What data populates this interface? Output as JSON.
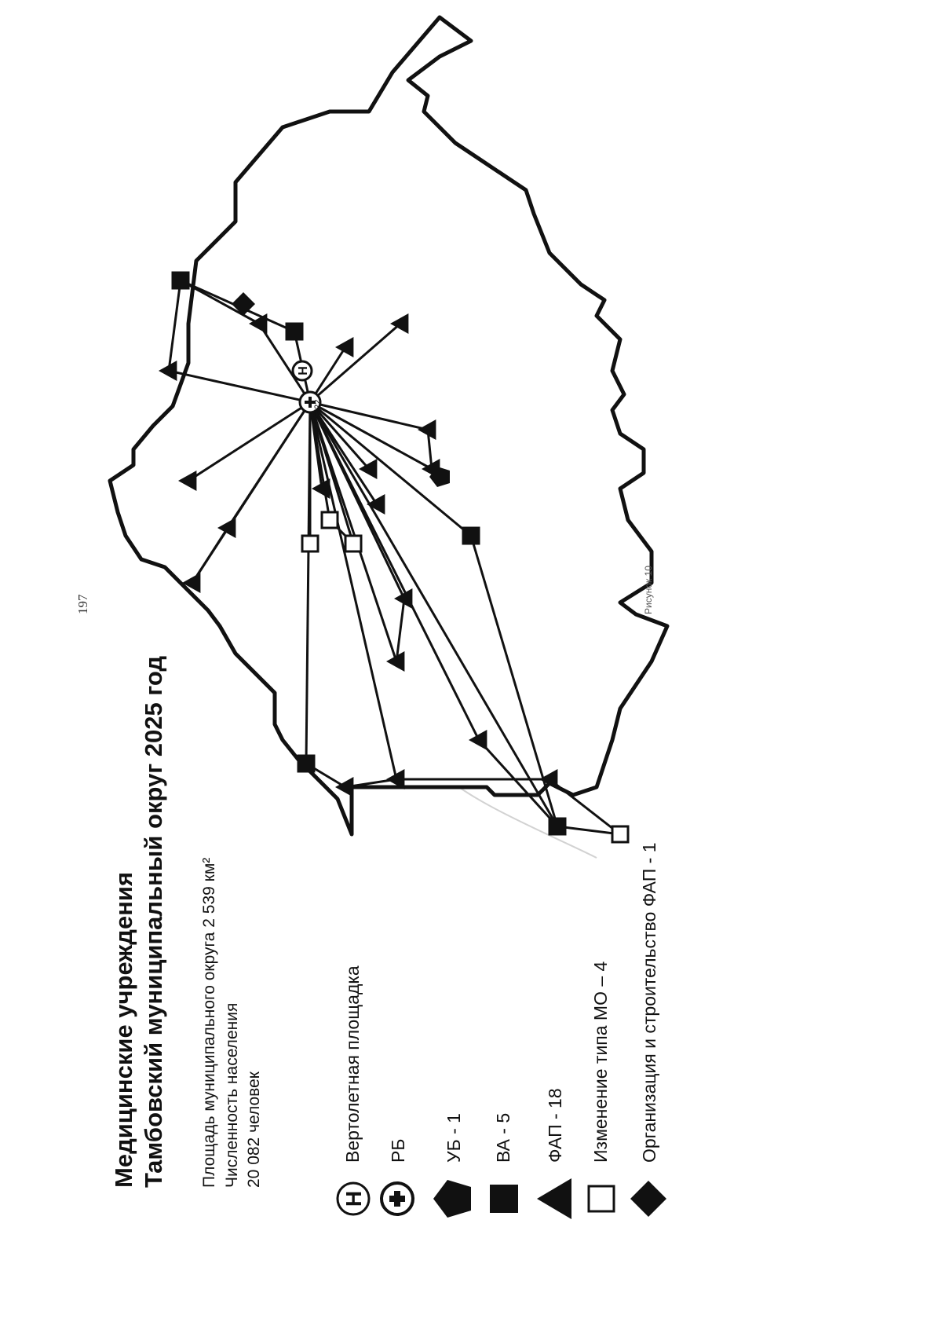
{
  "page_number": "197",
  "title": {
    "line1": "Медицинские учреждения",
    "line2": "Тамбовский муниципальный округ 2025 год"
  },
  "info": {
    "area": "Площадь муниципального округа 2 539 км²",
    "population_label": "Численность населения",
    "population_value": "20 082 человек"
  },
  "legend": [
    {
      "icon": "helipad-icon",
      "label": "Вертолетная площадка"
    },
    {
      "icon": "hospital-cross-icon",
      "label": "РБ"
    },
    {
      "icon": "pentagon-icon",
      "label": "УБ - 1"
    },
    {
      "icon": "filled-square-icon",
      "label": "ВА - 5"
    },
    {
      "icon": "triangle-icon",
      "label": "ФАП - 18"
    },
    {
      "icon": "open-square-icon",
      "label": "Изменение типа МО – 4"
    },
    {
      "icon": "diamond-icon",
      "label": "Организация и строительство ФАП - 1"
    }
  ],
  "map": {
    "hub_label": "722",
    "caption": "Рисунок 10"
  },
  "colors": {
    "ink": "#111111",
    "paper": "#ffffff",
    "road": "#bcbcbc"
  }
}
